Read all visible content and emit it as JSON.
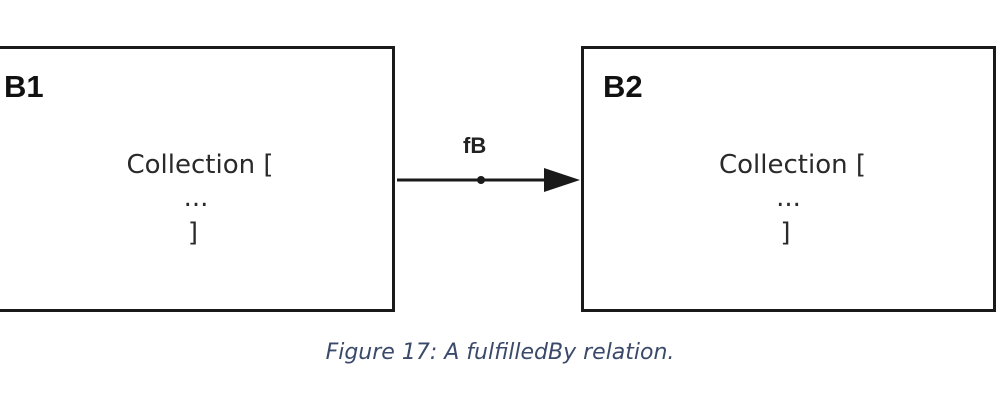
{
  "diagram": {
    "blocks": [
      {
        "id": "b1",
        "title": "B1",
        "content": {
          "line1": "Collection [",
          "line2": "...",
          "line3": "]"
        }
      },
      {
        "id": "b2",
        "title": "B2",
        "content": {
          "line1": "Collection [",
          "line2": "...",
          "line3": "]"
        }
      }
    ],
    "relation": {
      "label": "fB",
      "from": "B1",
      "to": "B2"
    }
  },
  "caption": "Figure 17: A fulfilledBy relation.",
  "colors": {
    "stroke": "#1a1a1a",
    "caption": "#3b4a6b"
  }
}
